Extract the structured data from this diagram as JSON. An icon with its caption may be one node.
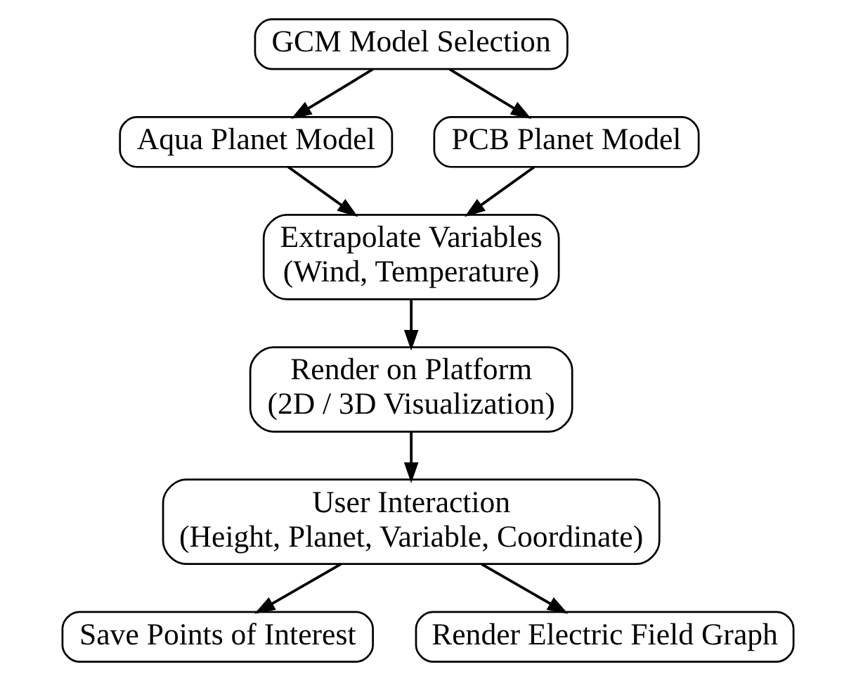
{
  "diagram": {
    "nodes": [
      {
        "text": [
          "GCM Model Selection"
        ]
      },
      {
        "text": [
          "Aqua Planet Model"
        ]
      },
      {
        "text": [
          "PCB Planet Model"
        ]
      },
      {
        "text": [
          "Extrapolate Variables (Wind, Temperature)"
        ]
      },
      {
        "text": [
          "Render on Platform (2D / 3D Visualization)"
        ]
      },
      {
        "text": [
          "User Interaction (Height, Planet, Variable, Coordinate)"
        ]
      },
      {
        "text": [
          "Save Points of Interest"
        ]
      },
      {
        "text": [
          "Render Electric Field Graph"
        ]
      }
    ],
    "edges": [
      {
        "from": 0,
        "to": 1,
        "arrow": "to"
      },
      {
        "from": 0,
        "to": 2,
        "arrow": "to"
      },
      {
        "from": 1,
        "to": 3,
        "arrow": "to"
      },
      {
        "from": 2,
        "to": 3,
        "arrow": "to"
      },
      {
        "from": 3,
        "to": 4,
        "arrow": "to"
      },
      {
        "from": 4,
        "to": 5,
        "arrow": "to"
      },
      {
        "from": 5,
        "to": 6,
        "arrow": "to"
      },
      {
        "from": 5,
        "to": 7,
        "arrow": "to"
      }
    ]
  }
}
